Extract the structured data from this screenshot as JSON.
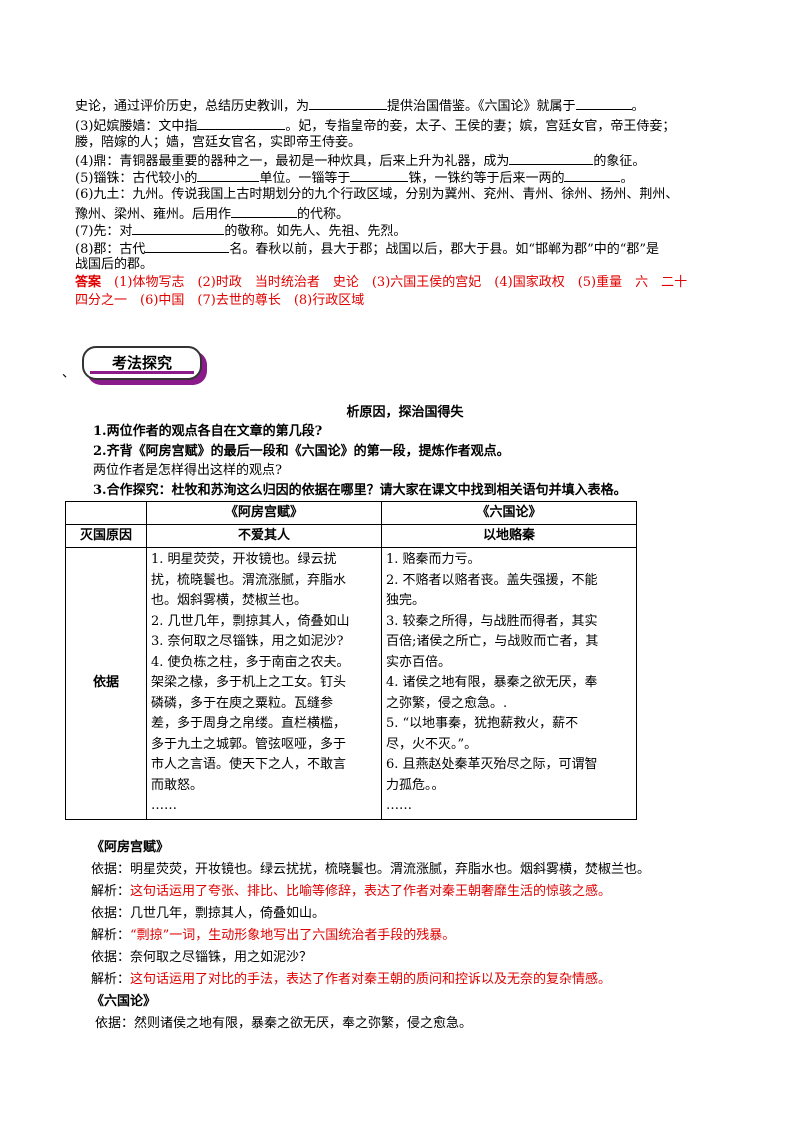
{
  "notes": {
    "l1": {
      "a": "史论，通过评价历史，总结历史教训，为",
      "b": "提供治国借鉴。《六国论》就属于",
      "c": "。"
    },
    "l2": {
      "a": "(3)妃嫔媵嫱：文中指",
      "b": "。妃，专指皇帝的妾，太子、王侯的妻；嫔，宫廷女官，帝王侍妾；"
    },
    "l3": "媵，陪嫁的人；嫱，宫廷女官名，实即帝王侍妾。",
    "l4": {
      "a": "(4)鼎：青铜器最重要的器种之一，最初是一种炊具，后来上升为礼器，成为",
      "b": "的象征。"
    },
    "l5": {
      "a": "(5)锱铢：古代较小的",
      "b": "单位。一锱等于",
      "c": "铢，一铢约等于后来一两的",
      "d": "。"
    },
    "l6": "(6)九土：九州。传说我国上古时期划分的九个行政区域，分别为冀州、兖州、青州、徐州、扬州、荆州、",
    "l7": "豫州、梁州、雍州。后用作",
    "l8": {
      "a": "(7)先：对",
      "b": "的敬称。如先人、先祖、先烈。"
    },
    "l9": {
      "a": "(8)郡：古代",
      "b": "名。春秋以前，县大于郡；战国以后，郡大于县。如“邯郸为郡”中的“郡”是"
    },
    "l10": "战国后的郡。",
    "l7b": "的代称。",
    "answer_label": "答案",
    "answer_line1": "(1)体物写志　(2)时政　当时统治者　史论　(3)六国王侯的宫妃　(4)国家政权　(5)重量　六　二十",
    "answer_line2": "四分之一　(6)中国　(7)去世的尊长　(8)行政区域"
  },
  "section": {
    "dot": "、",
    "badge": "考法探究"
  },
  "heading": "析原因，探治国得失",
  "questions": {
    "q1": "1.两位作者的观点各自在文章的第几段?",
    "q2": "2.齐背《阿房宫赋》的最后一段和《六国论》的第一段，提炼作者观点。",
    "q2b": "两位作者是怎样得出这样的观点?",
    "q3": "3.合作探究：杜牧和苏洵这么归因的依据在哪里？请大家在课文中找到相关语句并填入表格。"
  },
  "table": {
    "col1_title": "《阿房宫赋》",
    "col2_title": "《六国论》",
    "row1_label": "灭国原因",
    "row1_col1": "不爱其人",
    "row1_col2": "以地赂秦",
    "row2_label": "依据",
    "col1_lines": [
      "1. 明星荧荧，开妆镜也。绿云扰",
      "扰，梳晓鬟也。渭流涨腻，弃脂水",
      "也。烟斜雾横，焚椒兰也。",
      "2. 几世几年，剽掠其人，倚叠如山",
      "3. 奈何取之尽锱铢，用之如泥沙?",
      "4. 使负栋之柱，多于南亩之农夫。",
      "架梁之椽，多于机上之工女。钉头",
      "磷磷，多于在庾之粟粒。瓦缝参",
      "差，多于周身之帛缕。直栏横槛，",
      "多于九土之城郭。管弦呕哑，多于",
      "市人之言语。使天下之人，不敢言",
      "而敢怒。",
      "……"
    ],
    "col2_lines": [
      "1. 赂秦而力亏。",
      "2. 不赂者以赂者丧。盖失强援，不能",
      "独完。",
      "3. 较秦之所得，与战胜而得者，其实",
      "百倍;诸侯之所亡，与战败而亡者，其",
      "实亦百倍。",
      "4. 诸侯之地有限，暴秦之欲无厌，奉",
      "之弥繁，侵之愈急。.",
      "5. “以地事秦，犹抱薪救火，薪不",
      "尽，火不灭。”。",
      "6. 且燕赵处秦革灭殆尽之际，可谓智",
      "力孤危。。",
      "……"
    ]
  },
  "analysis": {
    "title1": "《阿房宫赋》",
    "items": [
      {
        "label": "依据：",
        "text": "明星荧荧，开妆镜也。绿云扰扰，梳晓鬟也。渭流涨腻，弃脂水也。烟斜雾横，焚椒兰也。",
        "red": false
      },
      {
        "label": "解析：",
        "text": "这句话运用了夸张、排比、比喻等修辞，表达了作者对秦王朝奢靡生活的惊骇之感。",
        "red": true
      },
      {
        "label": "依据：",
        "text": "几世几年，剽掠其人，倚叠如山。",
        "red": false
      },
      {
        "label": "解析：",
        "text": "“剽掠”一词，生动形象地写出了六国统治者手段的残暴。",
        "red": true
      },
      {
        "label": "依据：",
        "text": "奈何取之尽锱铢，用之如泥沙？",
        "red": false
      },
      {
        "label": "解析：",
        "text": "这句话运用了对比的手法，表达了作者对秦王朝的质问和控诉以及无奈的复杂情感。",
        "red": true
      }
    ],
    "title2": "《六国论》",
    "last_label": "依据：",
    "last_text": "然则诸侯之地有限，暴秦之欲无厌，奉之弥繁，侵之愈急。"
  }
}
